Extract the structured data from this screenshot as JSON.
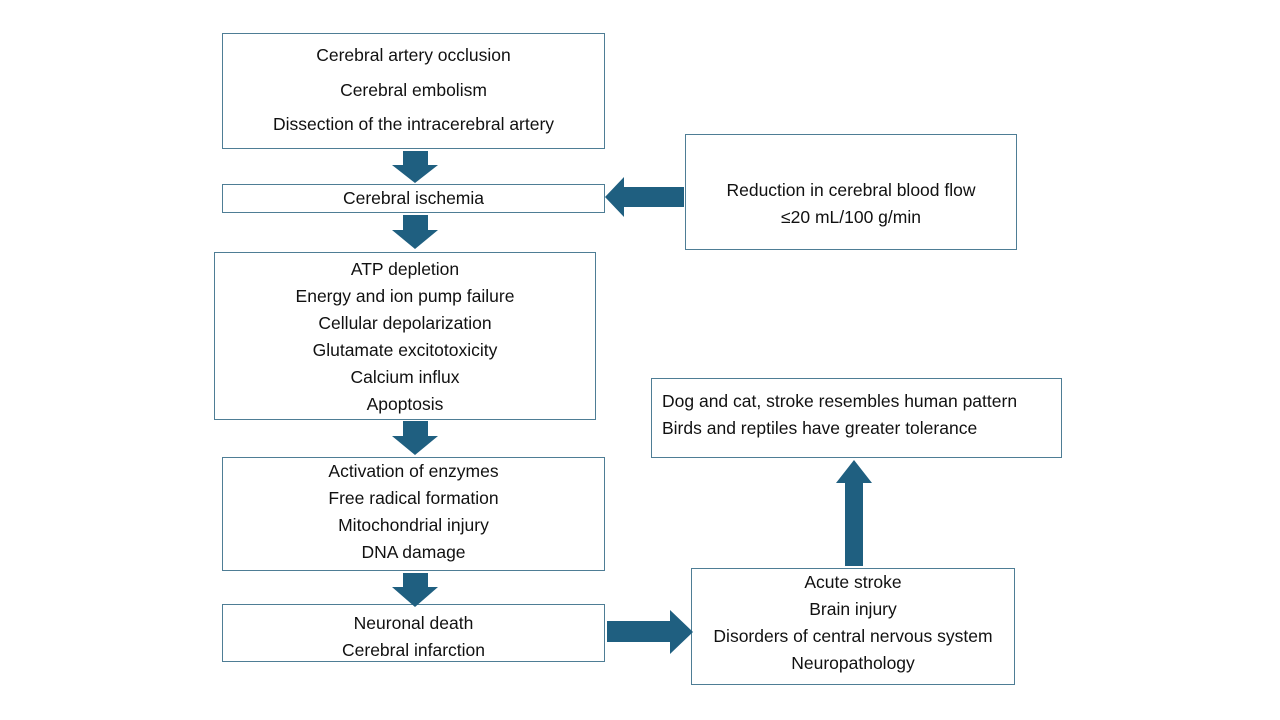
{
  "colors": {
    "box_border": "#4e7d95",
    "arrow": "#1f5f80",
    "text": "#111111",
    "background": "#ffffff"
  },
  "nodes": {
    "causes": [
      "Cerebral artery occlusion",
      "Cerebral embolism",
      "Dissection of the intracerebral artery"
    ],
    "ischemia": "Cerebral ischemia",
    "blood_flow": [
      "Reduction in cerebral blood flow",
      "≤20 mL/100 g/min"
    ],
    "energy_failure": [
      "ATP depletion",
      "Energy and ion pump failure",
      "Cellular depolarization",
      "Glutamate excitotoxicity",
      "Calcium influx",
      "Apoptosis"
    ],
    "enzymes": [
      "Activation of enzymes",
      "Free radical formation",
      "Mitochondrial injury",
      "DNA damage"
    ],
    "death": [
      "Neuronal death",
      "Cerebral infarction"
    ],
    "outcomes": [
      "Acute stroke",
      "Brain injury",
      "Disorders of central nervous system",
      "Neuropathology"
    ],
    "species": [
      "Dog and cat, stroke resembles human pattern",
      "Birds and reptiles have greater tolerance"
    ]
  },
  "edges": [
    {
      "from": "causes",
      "to": "ischemia",
      "direction": "down"
    },
    {
      "from": "blood_flow",
      "to": "ischemia",
      "direction": "left"
    },
    {
      "from": "ischemia",
      "to": "energy_failure",
      "direction": "down"
    },
    {
      "from": "energy_failure",
      "to": "enzymes",
      "direction": "down"
    },
    {
      "from": "enzymes",
      "to": "death",
      "direction": "down"
    },
    {
      "from": "death",
      "to": "outcomes",
      "direction": "right"
    },
    {
      "from": "outcomes",
      "to": "species",
      "direction": "up"
    }
  ]
}
